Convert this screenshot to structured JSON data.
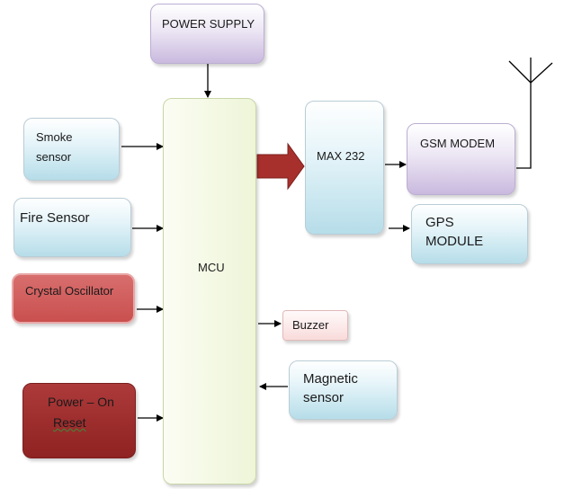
{
  "blocks": {
    "power_supply": "POWER SUPPLY",
    "smoke_sensor": [
      "Smoke",
      "sensor"
    ],
    "fire_sensor": "Fire Sensor",
    "crystal_oscillator": "Crystal Oscillator",
    "power_on_reset": [
      "Power – On",
      "Reset"
    ],
    "mcu": "MCU",
    "max232": "MAX 232",
    "gsm_modem": "GSM MODEM",
    "gps_module": [
      "GPS",
      "MODULE"
    ],
    "buzzer": "Buzzer",
    "magnetic_sensor": [
      "Magnetic",
      "sensor"
    ]
  },
  "colors": {
    "arrow": "#000000",
    "thick_arrow": "#a8302c",
    "sensor_blue": "#b6dde9",
    "mcu_green": "#eef5d8",
    "power_purple": "#c9b9de",
    "oscillator_red": "#c9504e",
    "reset_dark_red": "#8f2222",
    "buzzer_pink": "#f9dbdb"
  }
}
